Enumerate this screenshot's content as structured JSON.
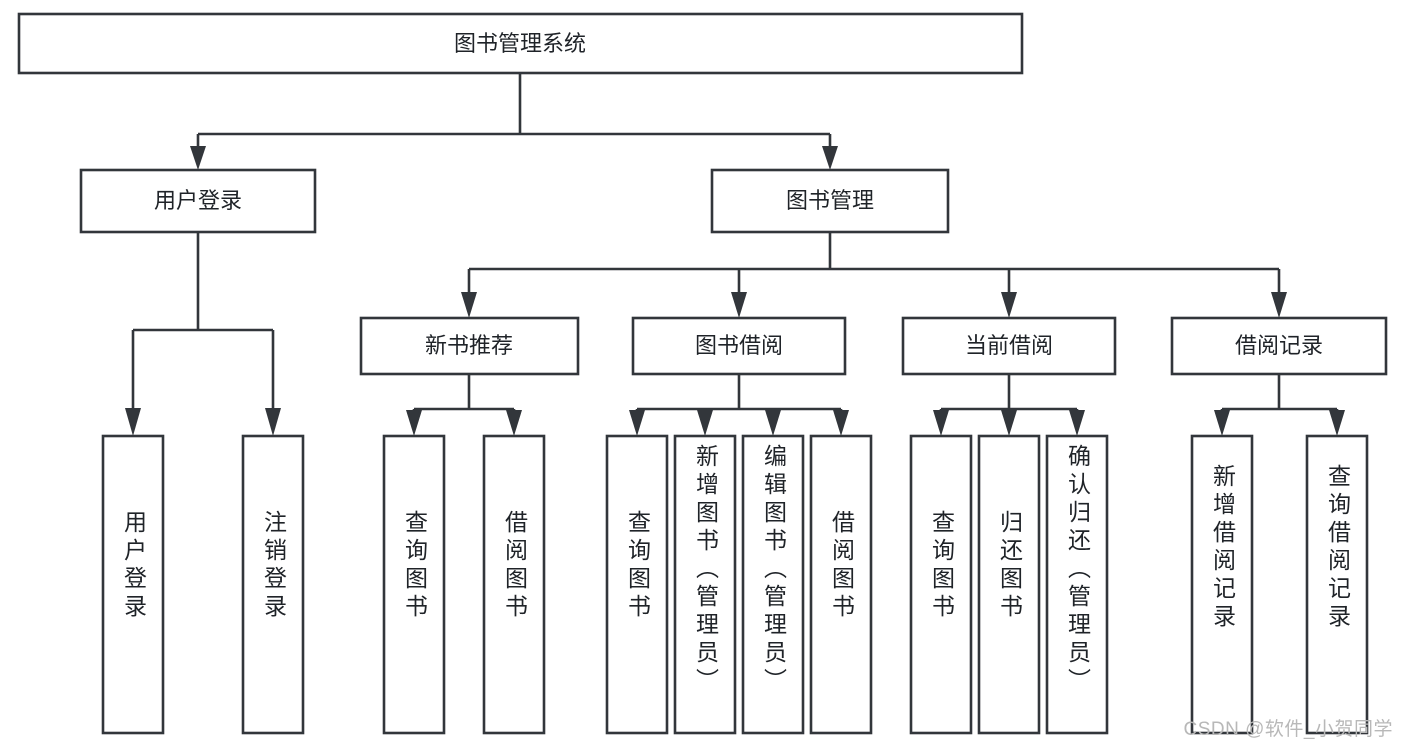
{
  "diagram": {
    "title": "图书管理系统",
    "type": "tree-hierarchy-chart",
    "colors": {
      "stroke": "#32363b",
      "fill": "#ffffff",
      "text": "#1f2328",
      "watermark": "#b8b8b8",
      "background": "#ffffff"
    },
    "root": {
      "id": "root",
      "label": "图书管理系统"
    },
    "level2": [
      {
        "id": "user-login",
        "label": "用户登录"
      },
      {
        "id": "book-manage",
        "label": "图书管理"
      }
    ],
    "level3": [
      {
        "id": "new-book-recommend",
        "label": "新书推荐",
        "parent": "book-manage"
      },
      {
        "id": "book-borrow",
        "label": "图书借阅",
        "parent": "book-manage"
      },
      {
        "id": "current-borrow",
        "label": "当前借阅",
        "parent": "book-manage"
      },
      {
        "id": "borrow-record",
        "label": "借阅记录",
        "parent": "book-manage"
      }
    ],
    "leaves": [
      {
        "id": "leaf-user-login",
        "label": "用户登录",
        "parent": "user-login"
      },
      {
        "id": "leaf-logout-login",
        "label": "注销登录",
        "parent": "user-login"
      },
      {
        "id": "leaf-query-book-1",
        "label": "查询图书",
        "parent": "new-book-recommend"
      },
      {
        "id": "leaf-borrow-book-1",
        "label": "借阅图书",
        "parent": "new-book-recommend"
      },
      {
        "id": "leaf-query-book-2",
        "label": "查询图书",
        "parent": "book-borrow"
      },
      {
        "id": "leaf-add-book",
        "label": "新增图书（管理员）",
        "parent": "book-borrow"
      },
      {
        "id": "leaf-edit-book",
        "label": "编辑图书（管理员）",
        "parent": "book-borrow"
      },
      {
        "id": "leaf-borrow-book-2",
        "label": "借阅图书",
        "parent": "book-borrow"
      },
      {
        "id": "leaf-query-book-3",
        "label": "查询图书",
        "parent": "current-borrow"
      },
      {
        "id": "leaf-return-book",
        "label": "归还图书",
        "parent": "current-borrow"
      },
      {
        "id": "leaf-confirm-return",
        "label": "确认归还（管理员）",
        "parent": "current-borrow"
      },
      {
        "id": "leaf-add-record",
        "label": "新增借阅记录",
        "parent": "borrow-record"
      },
      {
        "id": "leaf-query-record",
        "label": "查询借阅记录",
        "parent": "borrow-record"
      }
    ],
    "watermark": "CSDN @软件_小贺同学"
  }
}
